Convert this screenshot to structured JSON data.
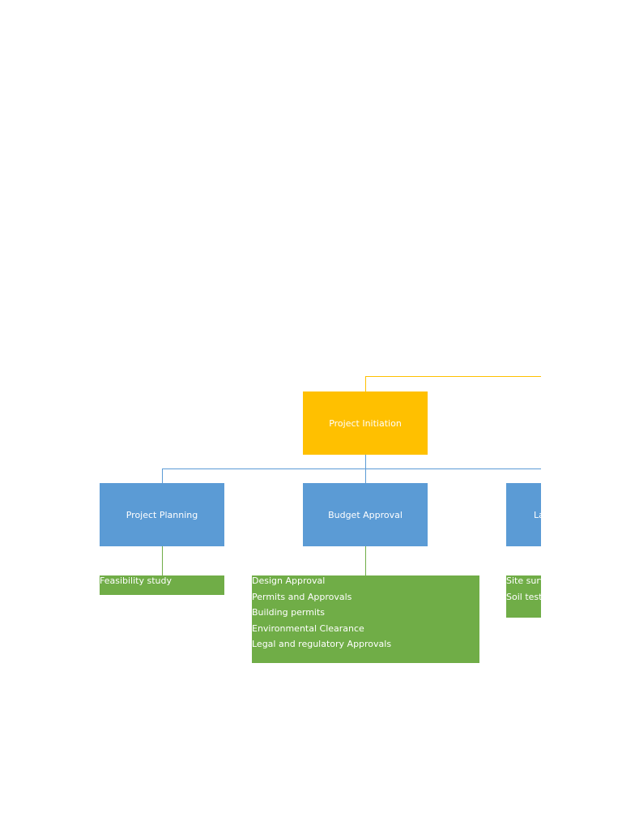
{
  "root": {
    "label": "Project Initiation",
    "color": "#ffc000"
  },
  "phases": [
    {
      "label": "Project Planning",
      "color": "#5b9bd5",
      "tasks": [
        "Feasibility study"
      ]
    },
    {
      "label": "Budget Approval",
      "color": "#5b9bd5",
      "tasks": [
        "Design Approval",
        "Permits and Approvals",
        "Building permits",
        "Environmental Clearance",
        "Legal and regulatory Approvals"
      ]
    },
    {
      "label": "La",
      "color": "#5b9bd5",
      "tasks": [
        "Site surv",
        "Soil testi"
      ]
    }
  ],
  "task_color": "#70ad47"
}
